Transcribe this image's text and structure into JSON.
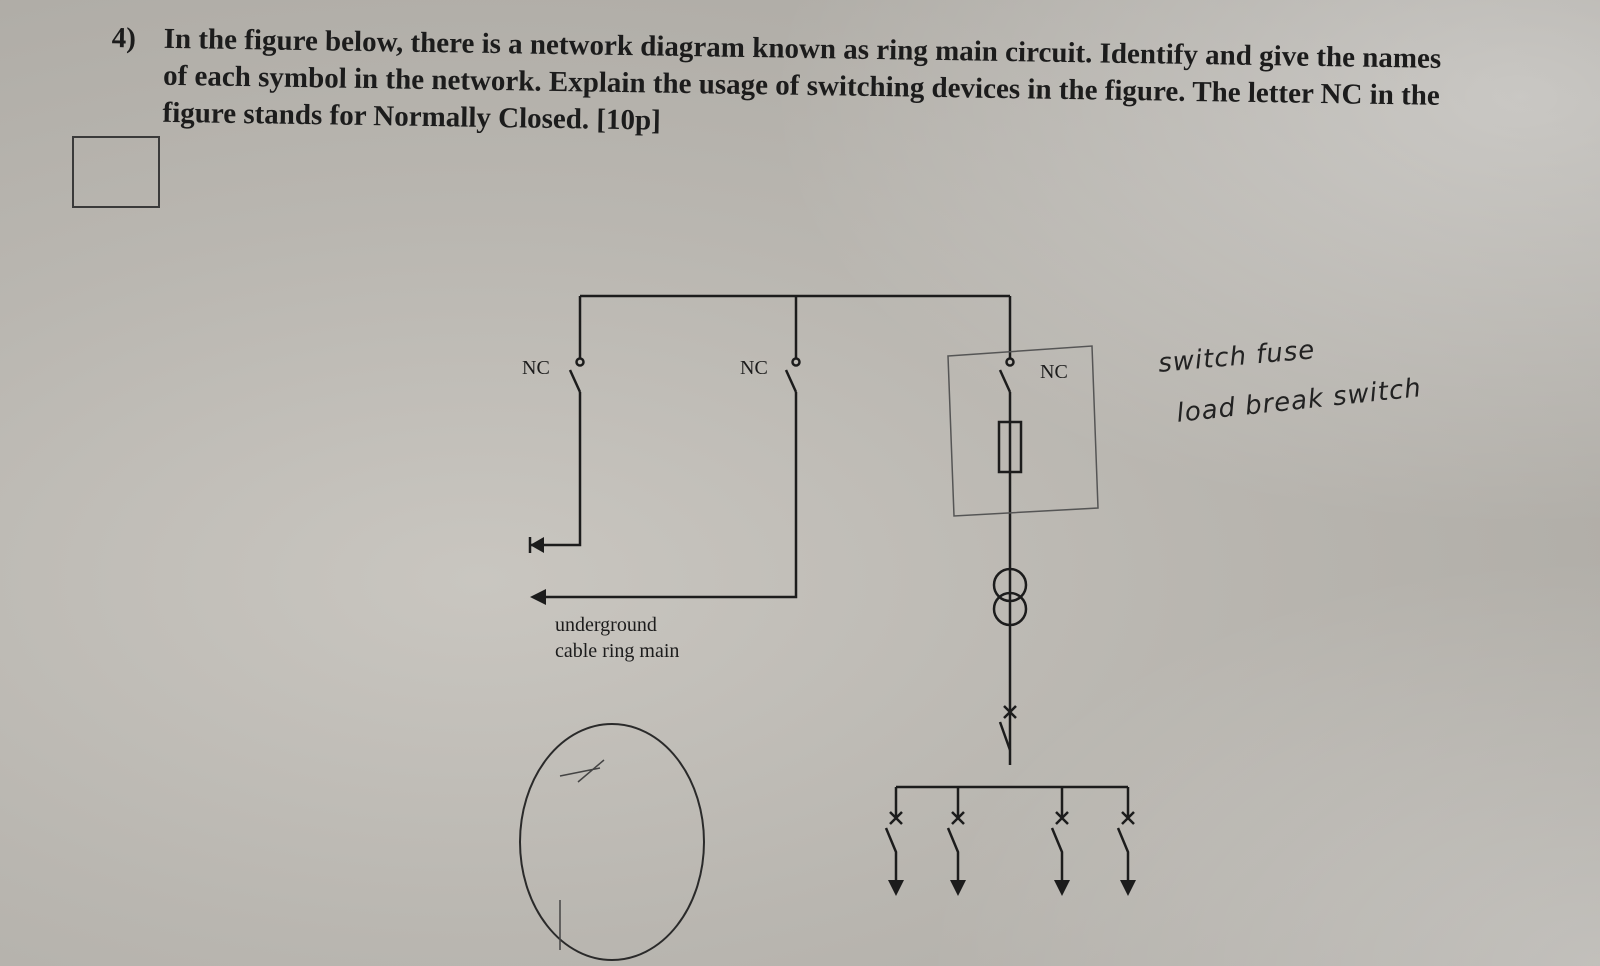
{
  "question": {
    "number": "4)",
    "text": "In the figure below, there is a network diagram known as ring main circuit. Identify and give the names of each symbol in the network. Explain the usage of switching devices in the figure. The letter NC in the figure stands for Normally Closed. [10p]"
  },
  "diagram": {
    "nc_labels": [
      "NC",
      "NC",
      "NC"
    ],
    "caption_line1": "underground",
    "caption_line2": "cable ring main"
  },
  "handwritten": {
    "line1": "switch fuse",
    "line2": "load break switch"
  }
}
